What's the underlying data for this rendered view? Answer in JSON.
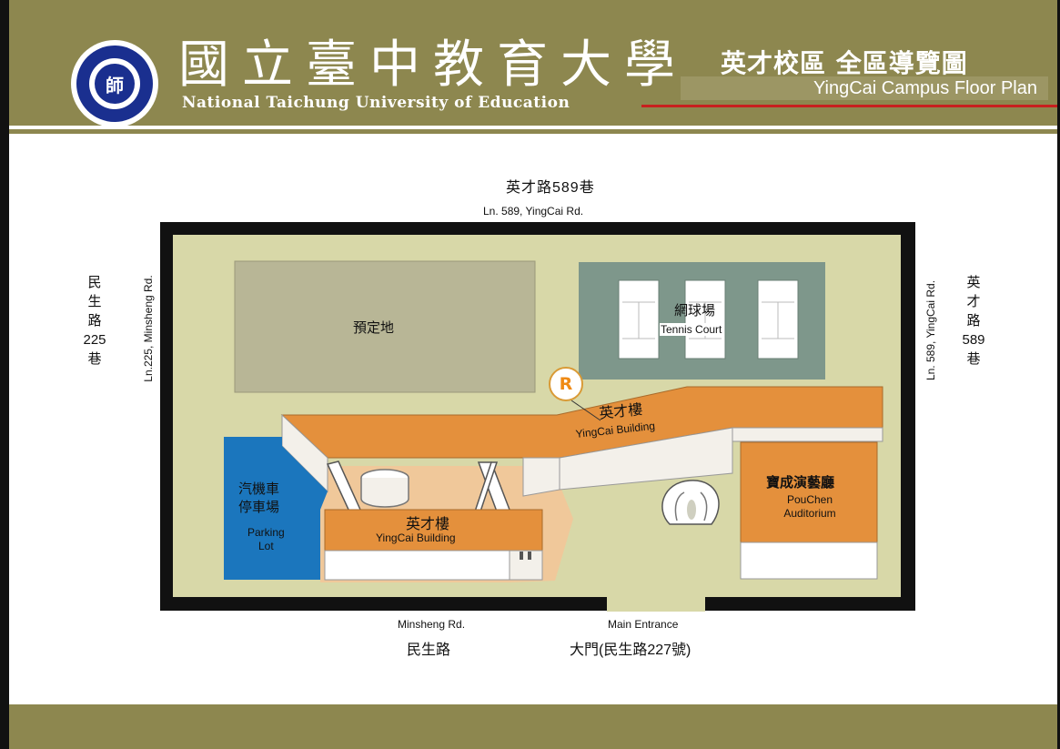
{
  "header": {
    "university_zh": "國立臺中教育大學",
    "university_en": "National Taichung University of Education",
    "title_zh": "英才校區 全區導覽圖",
    "title_en": "YingCai Campus Floor Plan",
    "logo_char": "師",
    "logo_icon": "university-seal-icon"
  },
  "roads": {
    "north_zh": "英才路589巷",
    "north_en": "Ln. 589, YingCai Rd.",
    "west_zh_lines": [
      "民",
      "生",
      "路",
      "225",
      "巷"
    ],
    "west_en": "Ln.225, Minsheng Rd.",
    "east_zh_lines": [
      "英",
      "才",
      "路",
      "589",
      "巷"
    ],
    "east_en": "Ln. 589, YingCai Rd.",
    "south_en": "Minsheng Rd.",
    "south_zh": "民生路",
    "entrance_en": "Main Entrance",
    "entrance_zh": "大門(民生路227號)"
  },
  "places": {
    "reserved_zh": "預定地",
    "tennis_zh": "網球場",
    "tennis_en": "Tennis Court",
    "yingcai_upper_zh": "英才樓",
    "yingcai_upper_en": "YingCai Building",
    "yingcai_lower_zh": "英才樓",
    "yingcai_lower_en": "YingCai Building",
    "parking_zh_lines": [
      "汽機車",
      "停車場"
    ],
    "parking_en_lines": [
      "Parking",
      "Lot"
    ],
    "auditorium_zh": "寶成演藝廳",
    "auditorium_en_lines": [
      "PouChen",
      "Auditorium"
    ],
    "marker": "R"
  },
  "colors": {
    "header_band": "#8d874f",
    "accent_red": "#c8201e",
    "ground": "#d8d8a8",
    "building_orange": "#e4903c",
    "parking_blue": "#1b76bd",
    "tennis_green": "#7e978b",
    "reserved_land": "#b8b696"
  }
}
